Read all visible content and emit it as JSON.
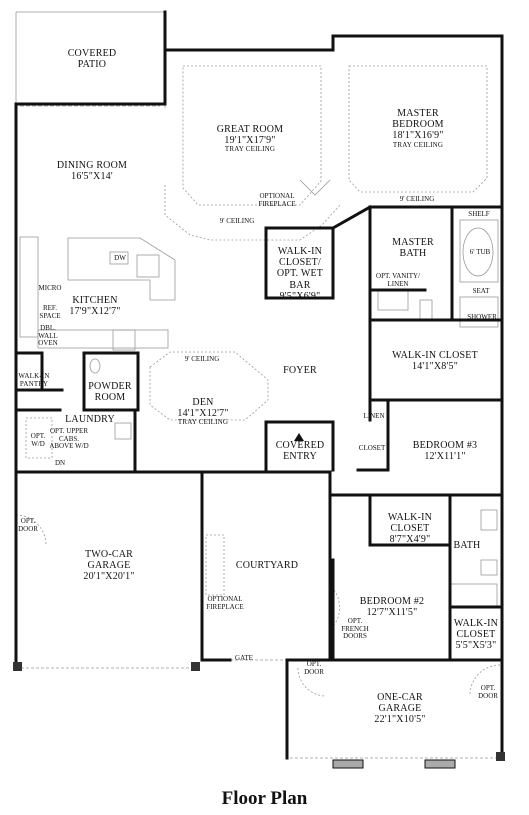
{
  "caption": "Floor Plan",
  "rooms": {
    "covered_patio": {
      "name": "COVERED\nPATIO"
    },
    "great_room": {
      "name": "GREAT ROOM",
      "dims": "19'1\"X17'9\"",
      "note": "TRAY CEILING"
    },
    "master_bedroom": {
      "name": "MASTER\nBEDROOM",
      "dims": "18'1\"X16'9\"",
      "note": "TRAY CEILING"
    },
    "dining_room": {
      "name": "DINING ROOM",
      "dims": "16'5\"X14'"
    },
    "walkin_closet_wetbar": {
      "name": "WALK-IN\nCLOSET/\nOPT. WET\nBAR",
      "dims": "9'5\"X6'9\""
    },
    "master_bath": {
      "name": "MASTER\nBATH"
    },
    "kitchen": {
      "name": "KITCHEN",
      "dims": "17'9\"X12'7\""
    },
    "walkin_closet_master": {
      "name": "WALK-IN CLOSET",
      "dims": "14'1\"X8'5\""
    },
    "foyer": {
      "name": "FOYER"
    },
    "walkin_pantry": {
      "name": "WALK-IN\nPANTRY"
    },
    "powder_room": {
      "name": "POWDER\nROOM"
    },
    "den": {
      "name": "DEN",
      "dims": "14'1\"X12'7\"",
      "note": "TRAY CEILING"
    },
    "laundry": {
      "name": "LAUNDRY"
    },
    "covered_entry": {
      "name": "COVERED\nENTRY"
    },
    "bedroom3": {
      "name": "BEDROOM #3",
      "dims": "12'X11'1\""
    },
    "walkin_closet_3": {
      "name": "WALK-IN\nCLOSET",
      "dims": "8'7\"X4'9\""
    },
    "bath": {
      "name": "BATH"
    },
    "two_car_garage": {
      "name": "TWO-CAR\nGARAGE",
      "dims": "20'1\"X20'1\""
    },
    "courtyard": {
      "name": "COURTYARD"
    },
    "bedroom2": {
      "name": "BEDROOM #2",
      "dims": "12'7\"X11'5\""
    },
    "walkin_closet_2": {
      "name": "WALK-IN\nCLOSET",
      "dims": "5'5\"X5'3\""
    },
    "one_car_garage": {
      "name": "ONE-CAR\nGARAGE",
      "dims": "22'1\"X10'5\""
    }
  },
  "notes": {
    "optional_fireplace_great": "OPTIONAL\nFIREPLACE",
    "ceiling_9_great": "9' CEILING",
    "ceiling_9_master": "9' CEILING",
    "ceiling_9_den": "9' CEILING",
    "shelf": "SHELF",
    "tub": "6' TUB",
    "opt_vanity": "OPT. VANITY/\nLINEN",
    "seat": "SEAT",
    "shower": "SHOWER",
    "dw": "DW",
    "micro": "MICRO",
    "ref_space": "REF.\nSPACE",
    "dbl_wall_oven": "DBL.\nWALL\nOVEN",
    "opt_wd": "OPT.\nW/D",
    "opt_upper_cabs": "OPT. UPPER\nCABS.\nABOVE W/D",
    "dn": "DN",
    "linen": "LINEN",
    "closet": "CLOSET",
    "opt_door_left": "OPT.\nDOOR",
    "optional_fireplace_court": "OPTIONAL\nFIREPLACE",
    "opt_french_doors": "OPT.\nFRENCH\nDOORS",
    "gate": "GATE",
    "opt_door_bottom": "OPT.\nDOOR",
    "opt_door_right": "OPT.\nDOOR"
  }
}
